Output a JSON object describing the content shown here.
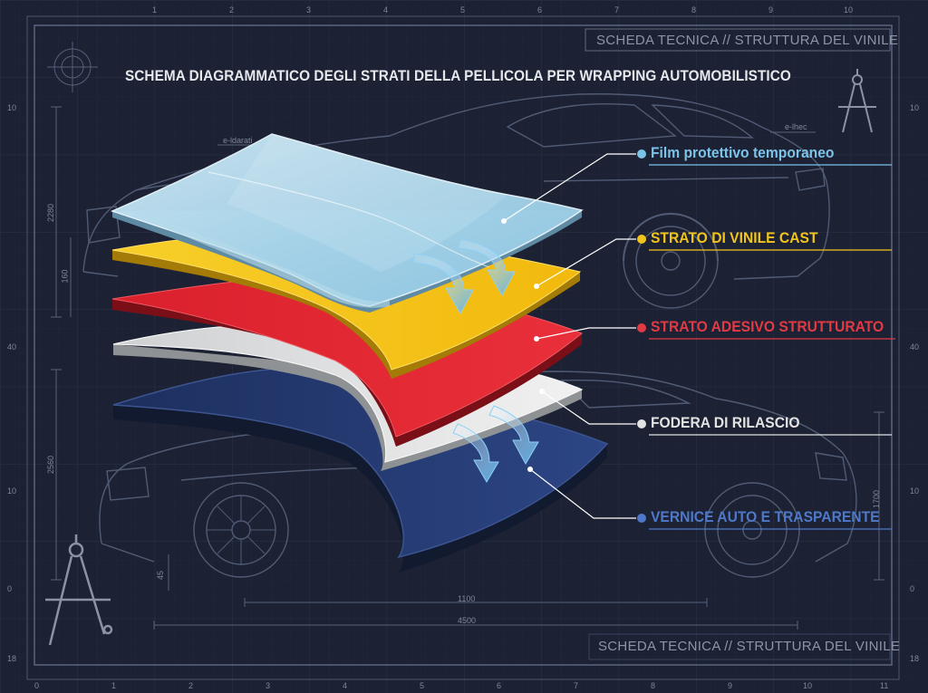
{
  "header": {
    "title": "SCHEMA DIAGRAMMATICO DEGLI STRATI DELLA PELLICOLA PER WRAPPING AUTOMOBILISTICO",
    "tag_top": "SCHEDA TECNICA // STRUTTURA DEL VINILE",
    "tag_bottom": "SCHEDA TECNICA // STRUTTURA DEL VINILE"
  },
  "layers": [
    {
      "label": "Film protettivo temporaneo",
      "color": "#7cc3ea"
    },
    {
      "label": "STRATO DI VINILE CAST",
      "color": "#f2c41b"
    },
    {
      "label": "STRATO ADESIVO STRUTTURATO",
      "color": "#e23a44"
    },
    {
      "label": "FODERA DI RILASCIO",
      "color": "#e3e3e3"
    },
    {
      "label": "VERNICE AUTO E TRASPARENTE",
      "color": "#4f78c8"
    }
  ],
  "ruler": {
    "top": [
      "1",
      "2",
      "3",
      "4",
      "5",
      "6",
      "7",
      "8",
      "9",
      "10"
    ],
    "bottom": [
      "0",
      "1",
      "2",
      "3",
      "4",
      "5",
      "6",
      "7",
      "8",
      "9",
      "10",
      "11"
    ],
    "left": [
      "10",
      "40",
      "10",
      "0",
      "18"
    ],
    "right": [
      "10",
      "40",
      "10",
      "0",
      "18"
    ]
  },
  "dimensions": {
    "d1100": "1100",
    "d4500": "4500",
    "d2280": "2280",
    "d160": "160",
    "d2560": "2560",
    "d1700": "1700",
    "d45": "45",
    "callout_a": "e-ldarati",
    "callout_b": "e-lhec"
  },
  "colors": {
    "background": "#1c2233",
    "grid": "#2a3349",
    "linework": "#5f6a82"
  }
}
